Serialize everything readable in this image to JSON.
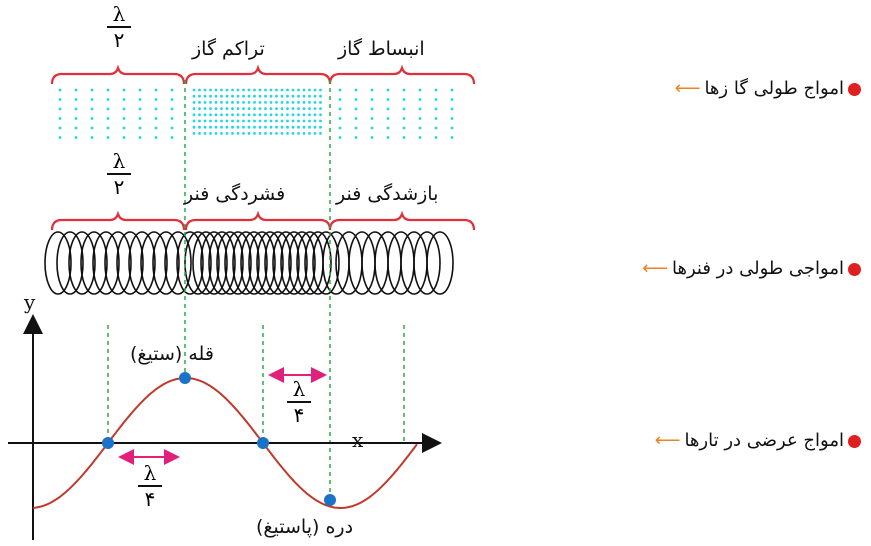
{
  "labels": {
    "lambda": "λ",
    "two": "۲",
    "four": "۴",
    "gas_expansion": "انبساط گاز",
    "gas_compression": "تراکم گاز",
    "spring_expansion": "بازشدگی فنر",
    "spring_compression": "فشردگی فنر",
    "crest": "قله (ستیغ)",
    "trough": "دره (پاستیغ)",
    "x_axis": "x",
    "y_axis": "y"
  },
  "bullets": [
    {
      "text": "امواج طولی گا زها",
      "arrow": "⟵"
    },
    {
      "text": "امواجی طولی در فنرها",
      "arrow": "⟵"
    },
    {
      "text": "امواج عرضی در تارها",
      "arrow": "⟵"
    }
  ],
  "colors": {
    "brace": "#e0303a",
    "dots": "#22d6e6",
    "guide": "#2ea84a",
    "wave": "#c0392b",
    "point": "#1a73c8",
    "arrow": "#e0207a",
    "bullet": "#e02020"
  }
}
